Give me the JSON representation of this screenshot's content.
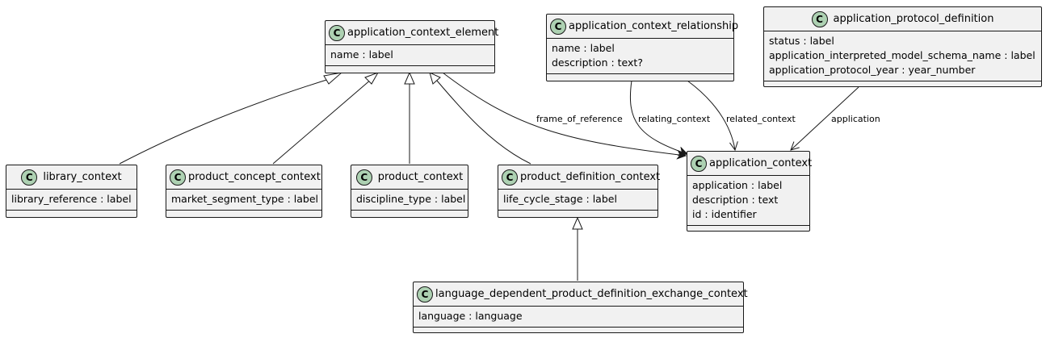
{
  "classes": {
    "application_context_element": {
      "name": "application_context_element",
      "badge": "C",
      "attributes": [
        "name : label"
      ]
    },
    "application_context_relationship": {
      "name": "application_context_relationship",
      "badge": "C",
      "attributes": [
        "name : label",
        "description : text?"
      ]
    },
    "application_protocol_definition": {
      "name": "application_protocol_definition",
      "badge": "C",
      "attributes": [
        "status : label",
        "application_interpreted_model_schema_name : label",
        "application_protocol_year : year_number"
      ]
    },
    "library_context": {
      "name": "library_context",
      "badge": "C",
      "attributes": [
        "library_reference : label"
      ]
    },
    "product_concept_context": {
      "name": "product_concept_context",
      "badge": "C",
      "attributes": [
        "market_segment_type : label"
      ]
    },
    "product_context": {
      "name": "product_context",
      "badge": "C",
      "attributes": [
        "discipline_type : label"
      ]
    },
    "product_definition_context": {
      "name": "product_definition_context",
      "badge": "C",
      "attributes": [
        "life_cycle_stage : label"
      ]
    },
    "application_context": {
      "name": "application_context",
      "badge": "C",
      "attributes": [
        "application : label",
        "description : text",
        "id : identifier"
      ]
    },
    "language_dependent_product_definition_exchange_context": {
      "name": "language_dependent_product_definition_exchange_context",
      "badge": "C",
      "attributes": [
        "language : language"
      ]
    }
  },
  "edge_labels": {
    "frame_of_reference": "frame_of_reference",
    "relating_context": "relating_context",
    "related_context": "related_context",
    "application": "application"
  },
  "colors": {
    "class_fill": "#f1f1f1",
    "badge_fill": "#add1b2",
    "line": "#181818"
  }
}
